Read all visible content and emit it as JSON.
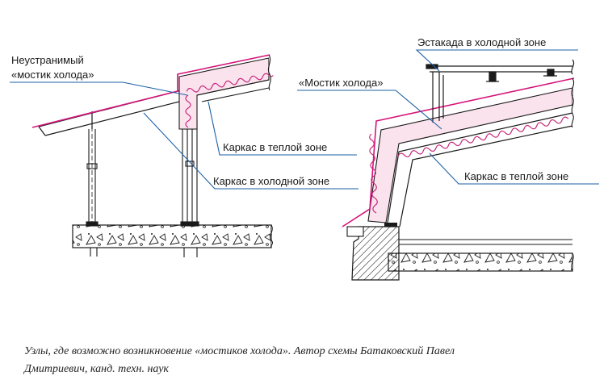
{
  "labels": {
    "left_bridge_line1": "Неустранимый",
    "left_bridge_line2": "«мостик холода»",
    "left_warm_frame": "Каркас в теплой зоне",
    "left_cold_frame": "Каркас в холодной зоне",
    "right_trestle": "Эстакада в холодной зоне",
    "right_bridge": "«Мостик холода»",
    "right_warm_frame": "Каркас в теплой зоне"
  },
  "caption": {
    "line1": "Узлы, где возможно возникновение «мостиков холода». Автор схемы Батаковский Павел",
    "line2": "Дмитриевич, канд. техн. наук"
  },
  "colors": {
    "line": "#1a1a1a",
    "leader": "#1b5fa6",
    "membrane": "#d4147a",
    "insulation": "#c8287c",
    "insulation_fill": "#fbe3ee"
  }
}
